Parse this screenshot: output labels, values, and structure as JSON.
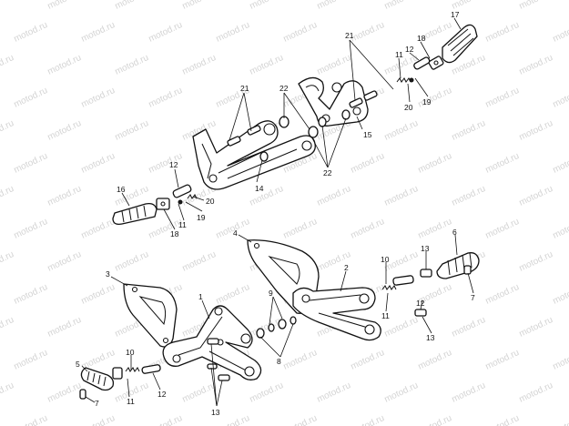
{
  "watermark": "motod.ru",
  "callouts": {
    "c1": "1",
    "c2": "2",
    "c3": "3",
    "c4": "4",
    "c5": "5",
    "c6": "6",
    "c7a": "7",
    "c7b": "7",
    "c8": "8",
    "c9": "9",
    "c10a": "10",
    "c10b": "10",
    "c11a": "11",
    "c11b": "11",
    "c11c": "11",
    "c11d": "11",
    "c12a": "12",
    "c12b": "12",
    "c12c": "12",
    "c12d": "12",
    "c13a": "13",
    "c13b": "13",
    "c13c": "13",
    "c14": "14",
    "c15": "15",
    "c16": "16",
    "c17": "17",
    "c18a": "18",
    "c18b": "18",
    "c19a": "19",
    "c19b": "19",
    "c20a": "20",
    "c20b": "20",
    "c21a": "21",
    "c21b": "21",
    "c22a": "22",
    "c22b": "22"
  }
}
